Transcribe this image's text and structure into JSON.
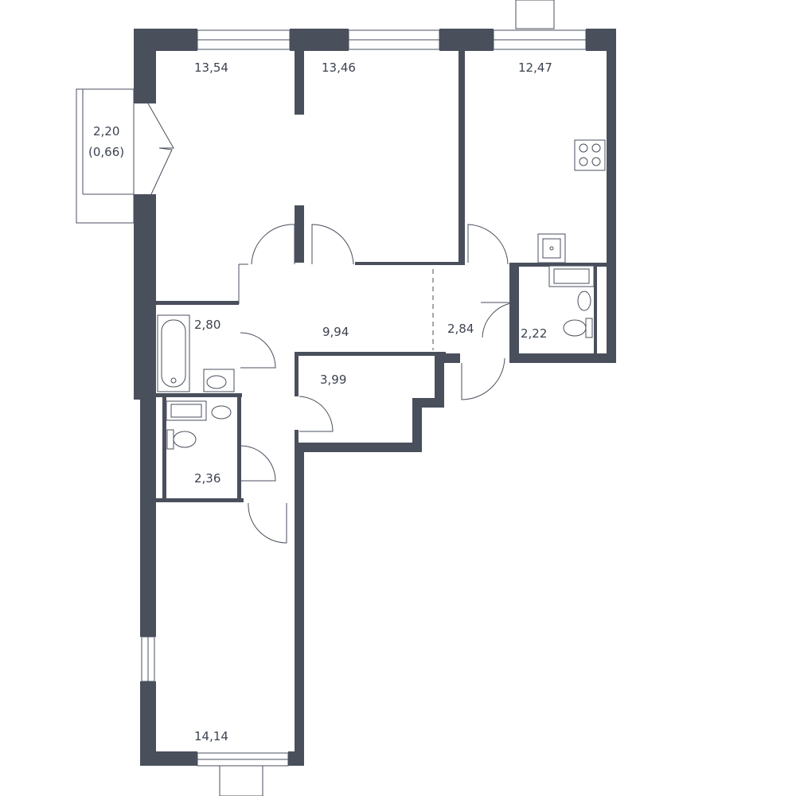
{
  "plan": {
    "rooms": [
      {
        "id": "bedroom-top-left",
        "area": "13,54"
      },
      {
        "id": "bedroom-top-middle",
        "area": "13,46"
      },
      {
        "id": "kitchen-living",
        "area": "12,47"
      },
      {
        "id": "balcony",
        "area": "2,20",
        "area_reduced": "(0,66)"
      },
      {
        "id": "bathroom",
        "area": "2,80"
      },
      {
        "id": "hall",
        "area": "9,94"
      },
      {
        "id": "corridor",
        "area": "2,84"
      },
      {
        "id": "wc-right",
        "area": "2,22"
      },
      {
        "id": "storage",
        "area": "3,99"
      },
      {
        "id": "wc-left",
        "area": "2,36"
      },
      {
        "id": "bedroom-bottom",
        "area": "14,14"
      }
    ],
    "colors": {
      "wall": "#4a4f5c",
      "text": "#3c4350",
      "background": "#ffffff"
    }
  }
}
